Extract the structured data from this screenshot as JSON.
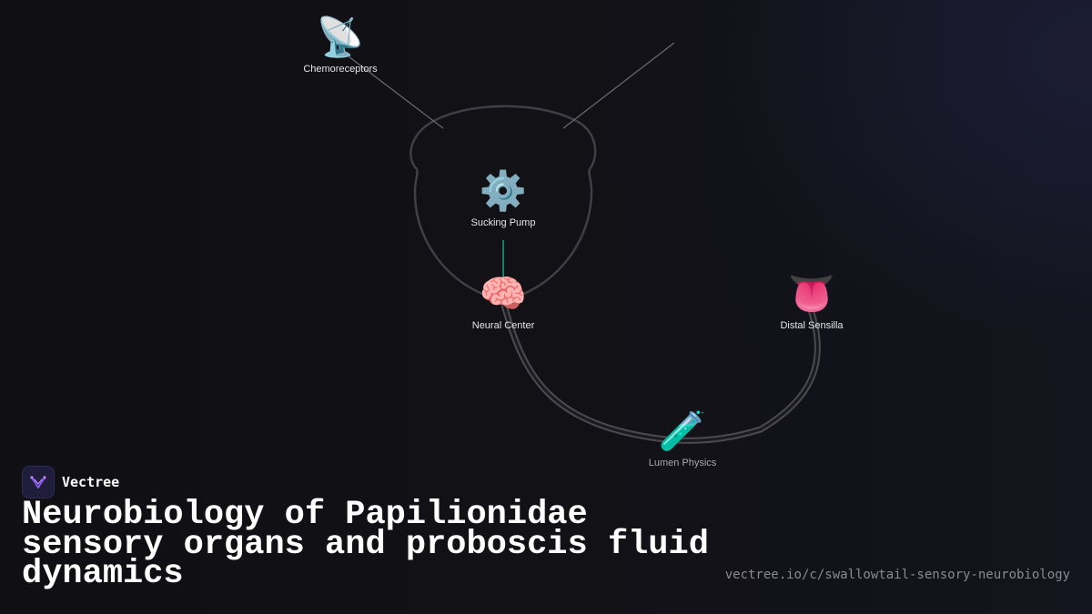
{
  "nodes": [
    {
      "key": "chemoreceptors",
      "label": "Chemoreceptors",
      "icon": "satellite-dish-icon",
      "glyph": "📡"
    },
    {
      "key": "sucking_pump",
      "label": "Sucking Pump",
      "icon": "gear-icon",
      "glyph": "⚙️"
    },
    {
      "key": "neural_center",
      "label": "Neural Center",
      "icon": "brain-icon",
      "glyph": "🧠"
    },
    {
      "key": "distal_sensilla",
      "label": "Distal Sensilla",
      "icon": "tongue-icon",
      "glyph": "👅"
    },
    {
      "key": "lumen_physics",
      "label": "Lumen Physics",
      "icon": "test-tube-icon",
      "glyph": "🧪"
    }
  ],
  "brand": {
    "name": "Vectree",
    "icon": "vectree-logo-icon",
    "accent": "#8b5cf6"
  },
  "title": "Neurobiology of Papilionidae sensory organs and proboscis fluid dynamics",
  "url": "vectree.io/c/swallowtail-sensory-neurobiology",
  "colors": {
    "background": "#111116",
    "connector": "#55555c",
    "accent_link": "#14a37f",
    "title": "#ffffff",
    "url": "#8a8a92"
  }
}
